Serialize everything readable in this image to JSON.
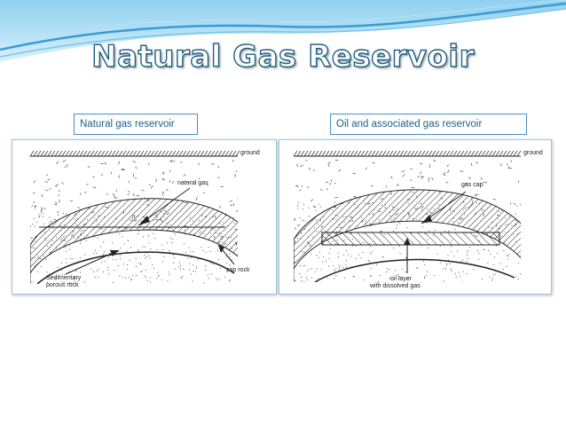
{
  "slide": {
    "title": "Natural Gas Reservoir",
    "accent_color": "#4aa7d8",
    "title_outline_color": "#1f5f84"
  },
  "left_panel": {
    "caption": "Natural gas reservoir",
    "labels": {
      "ground": "ground",
      "natural_gas": "natural gas",
      "cap_rock": "cap rock",
      "sedimentary_line1": "Sedimentary",
      "sedimentary_line2": "porous rock"
    }
  },
  "right_panel": {
    "caption": "Oil and associated gas reservoir",
    "labels": {
      "ground": "ground",
      "gas_cap": "gas cap",
      "oil_layer_line1": "oil layer",
      "oil_layer_line2": "with dissolved gas"
    }
  }
}
